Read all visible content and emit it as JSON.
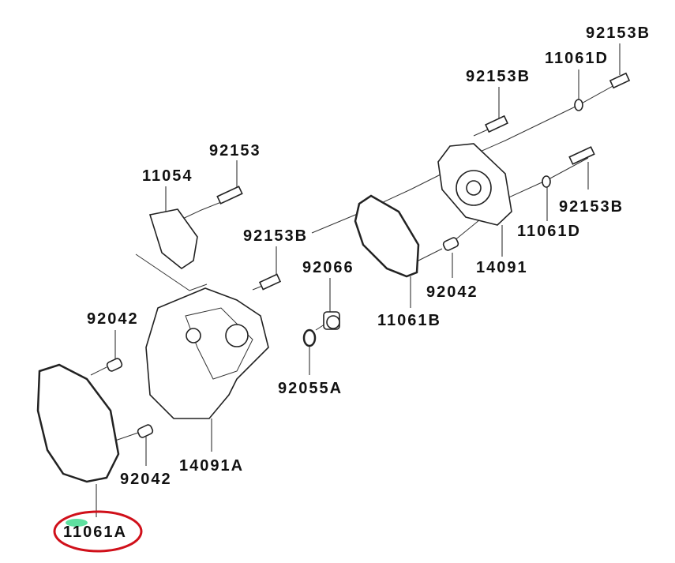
{
  "diagram": {
    "labels": {
      "bolt_top_right": "92153B",
      "washer_top": "11061D",
      "bolt_upper": "92153B",
      "bolt_bracket": "92153",
      "bracket": "11054",
      "bolt_mid": "92153B",
      "bolt_right": "92153B",
      "washer_right": "11061D",
      "impeller": "92066",
      "cover": "14091",
      "dowel_right": "92042",
      "dowel_left_top": "92042",
      "gasket_mid": "11061B",
      "oring": "92055A",
      "cover_main": "14091A",
      "dowel_left_bottom": "92042",
      "gasket_main": "11061A"
    },
    "highlight_color": "#d0101a",
    "marker_color": "#5ee0a0"
  }
}
